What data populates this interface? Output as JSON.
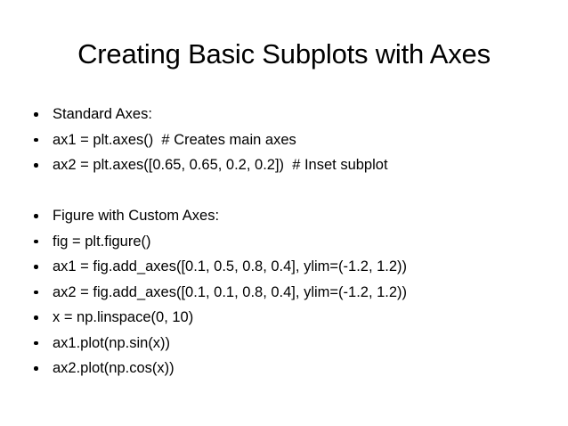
{
  "slide": {
    "title": "Creating Basic Subplots with Axes",
    "colors": {
      "background": "#ffffff",
      "text": "#000000",
      "bullet": "#000000"
    },
    "bullet_glyph": "•",
    "bullets": [
      "Standard Axes:",
      "ax1 = plt.axes()  # Creates main axes",
      "ax2 = plt.axes([0.65, 0.65, 0.2, 0.2])  # Inset subplot",
      "",
      "Figure with Custom Axes:",
      "fig = plt.figure()",
      "ax1 = fig.add_axes([0.1, 0.5, 0.8, 0.4], ylim=(-1.2, 1.2))",
      "ax2 = fig.add_axes([0.1, 0.1, 0.8, 0.4], ylim=(-1.2, 1.2))",
      "x = np.linspace(0, 10)",
      "ax1.plot(np.sin(x))",
      "ax2.plot(np.cos(x))"
    ]
  }
}
